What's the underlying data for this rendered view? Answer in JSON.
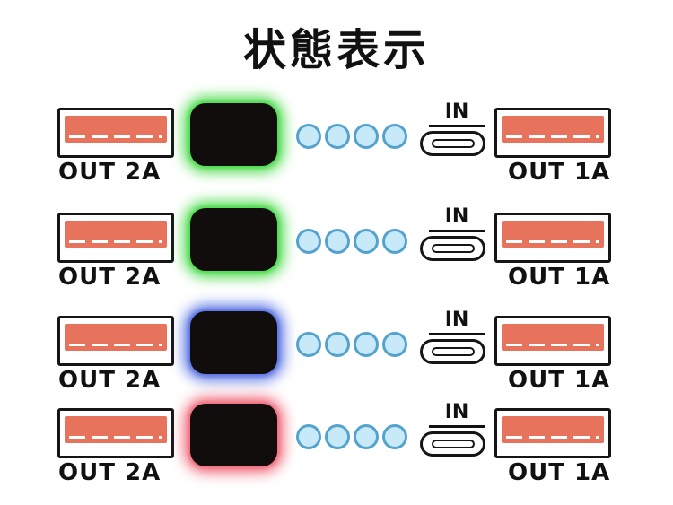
{
  "title": "状態表示",
  "colors": {
    "outline": "#151515",
    "button": "#120d0d",
    "usb_tongue": "#e8735c",
    "led_fill": "#c8e9f8",
    "led_stroke": "#54a3cf",
    "glow_green": "#4ddb4d",
    "glow_blue": "#5a74e4",
    "glow_red": "#f06e7e"
  },
  "rows": [
    {
      "out_left": "OUT 2A",
      "in_label": "IN",
      "out_right": "OUT 1A",
      "glow_color": "#4ddb4d",
      "glow_name": "green",
      "led_count": 4
    },
    {
      "out_left": "OUT 2A",
      "in_label": "IN",
      "out_right": "OUT 1A",
      "glow_color": "#4ddb4d",
      "glow_name": "green",
      "led_count": 4
    },
    {
      "out_left": "OUT 2A",
      "in_label": "IN",
      "out_right": "OUT 1A",
      "glow_color": "#5a74e4",
      "glow_name": "blue",
      "led_count": 4
    },
    {
      "out_left": "OUT 2A",
      "in_label": "IN",
      "out_right": "OUT 1A",
      "glow_color": "#f06e7e",
      "glow_name": "red",
      "led_count": 4
    }
  ]
}
